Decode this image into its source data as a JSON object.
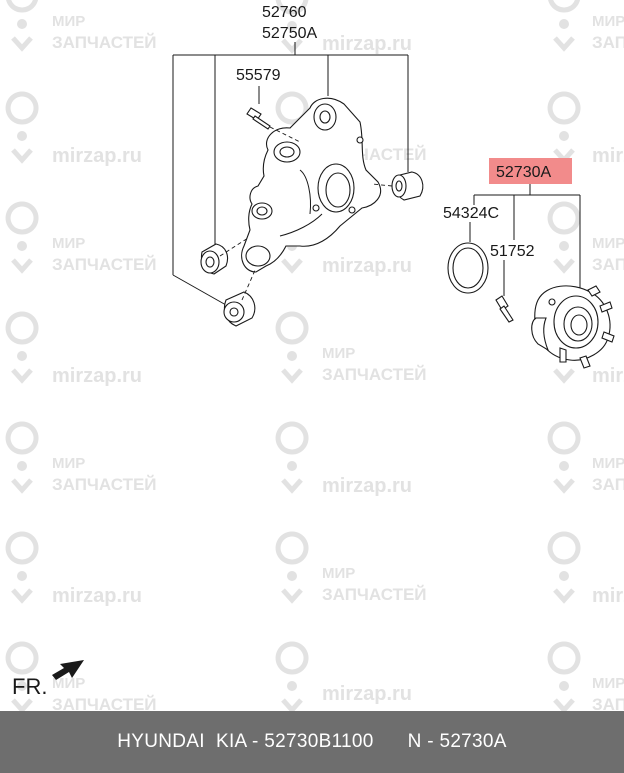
{
  "watermark": {
    "line1": "МИР",
    "line2": "ЗАПЧАСТЕЙ",
    "domain": "mirzap.ru",
    "color": "#e2e2e2"
  },
  "parts": {
    "p52760": "52760",
    "p52750A": "52750A",
    "p55579": "55579",
    "p52730A": "52730A",
    "p54324C": "54324C",
    "p51752": "51752"
  },
  "highlight_color": "#f28b8b",
  "direction_label": "FR.",
  "footer": {
    "part_text": "HYUNDAI  KIA - 52730B1100",
    "ref_text": "N - 52730A"
  }
}
